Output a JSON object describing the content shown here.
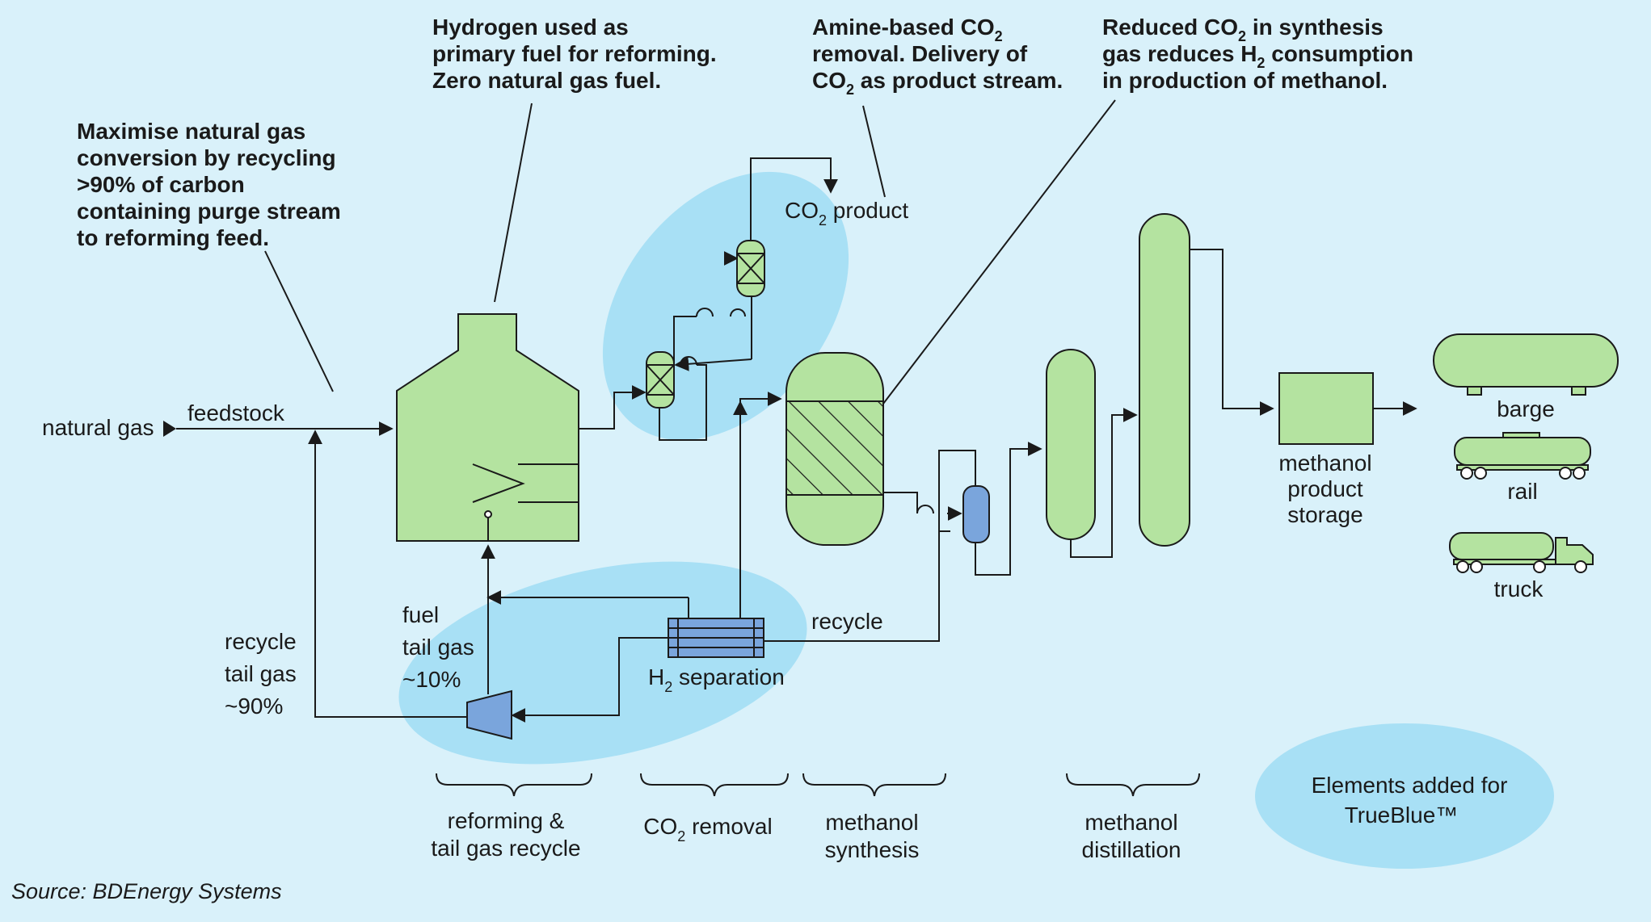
{
  "notes": {
    "n1": [
      "Maximise natural gas",
      "conversion by recycling",
      ">90% of carbon",
      "containing purge stream",
      "to reforming feed."
    ],
    "n2": [
      "Hydrogen used as",
      "primary fuel for reforming.",
      "Zero natural gas fuel."
    ],
    "n3": {
      "l1": "Amine-based CO",
      "l1_sub": "2",
      "l2": "removal. Delivery of",
      "l3a": "CO",
      "l3_sub": "2",
      "l3b": " as product stream."
    },
    "n4": {
      "l1a": "Reduced CO",
      "l1_sub": "2",
      "l1b": " in synthesis",
      "l2a": "gas reduces H",
      "l2_sub": "2",
      "l2b": " consumption",
      "l3": "in production of methanol."
    }
  },
  "labels": {
    "natural_gas": "natural gas",
    "feedstock": "feedstock",
    "co2_product": "CO",
    "co2_product_sub": "2",
    "co2_product_rest": " product",
    "recycle_tail_gas": [
      "recycle",
      "tail gas",
      "~90%"
    ],
    "fuel_tail_gas": [
      "fuel",
      "tail gas",
      "~10%"
    ],
    "h2_sep": "H",
    "h2_sep_sub": "2",
    "h2_sep_rest": " separation",
    "recycle": "recycle",
    "storage": [
      "methanol",
      "product",
      "storage"
    ],
    "barge": "barge",
    "rail": "rail",
    "truck": "truck"
  },
  "sections": {
    "reforming": [
      "reforming &",
      "tail gas recycle"
    ],
    "co2_removal": "CO",
    "co2_removal_sub": "2",
    "co2_removal_rest": " removal",
    "synthesis": [
      "methanol",
      "synthesis"
    ],
    "distillation": [
      "methanol",
      "distillation"
    ]
  },
  "legend": [
    "Elements added for",
    "TrueBlue™"
  ],
  "source": "Source: BDEnergy Systems",
  "colors": {
    "background": "#d9f1fa",
    "highlight": "#a8e0f5",
    "equipment_green": "#b4e3a0",
    "equipment_blue": "#7aa5dc"
  }
}
